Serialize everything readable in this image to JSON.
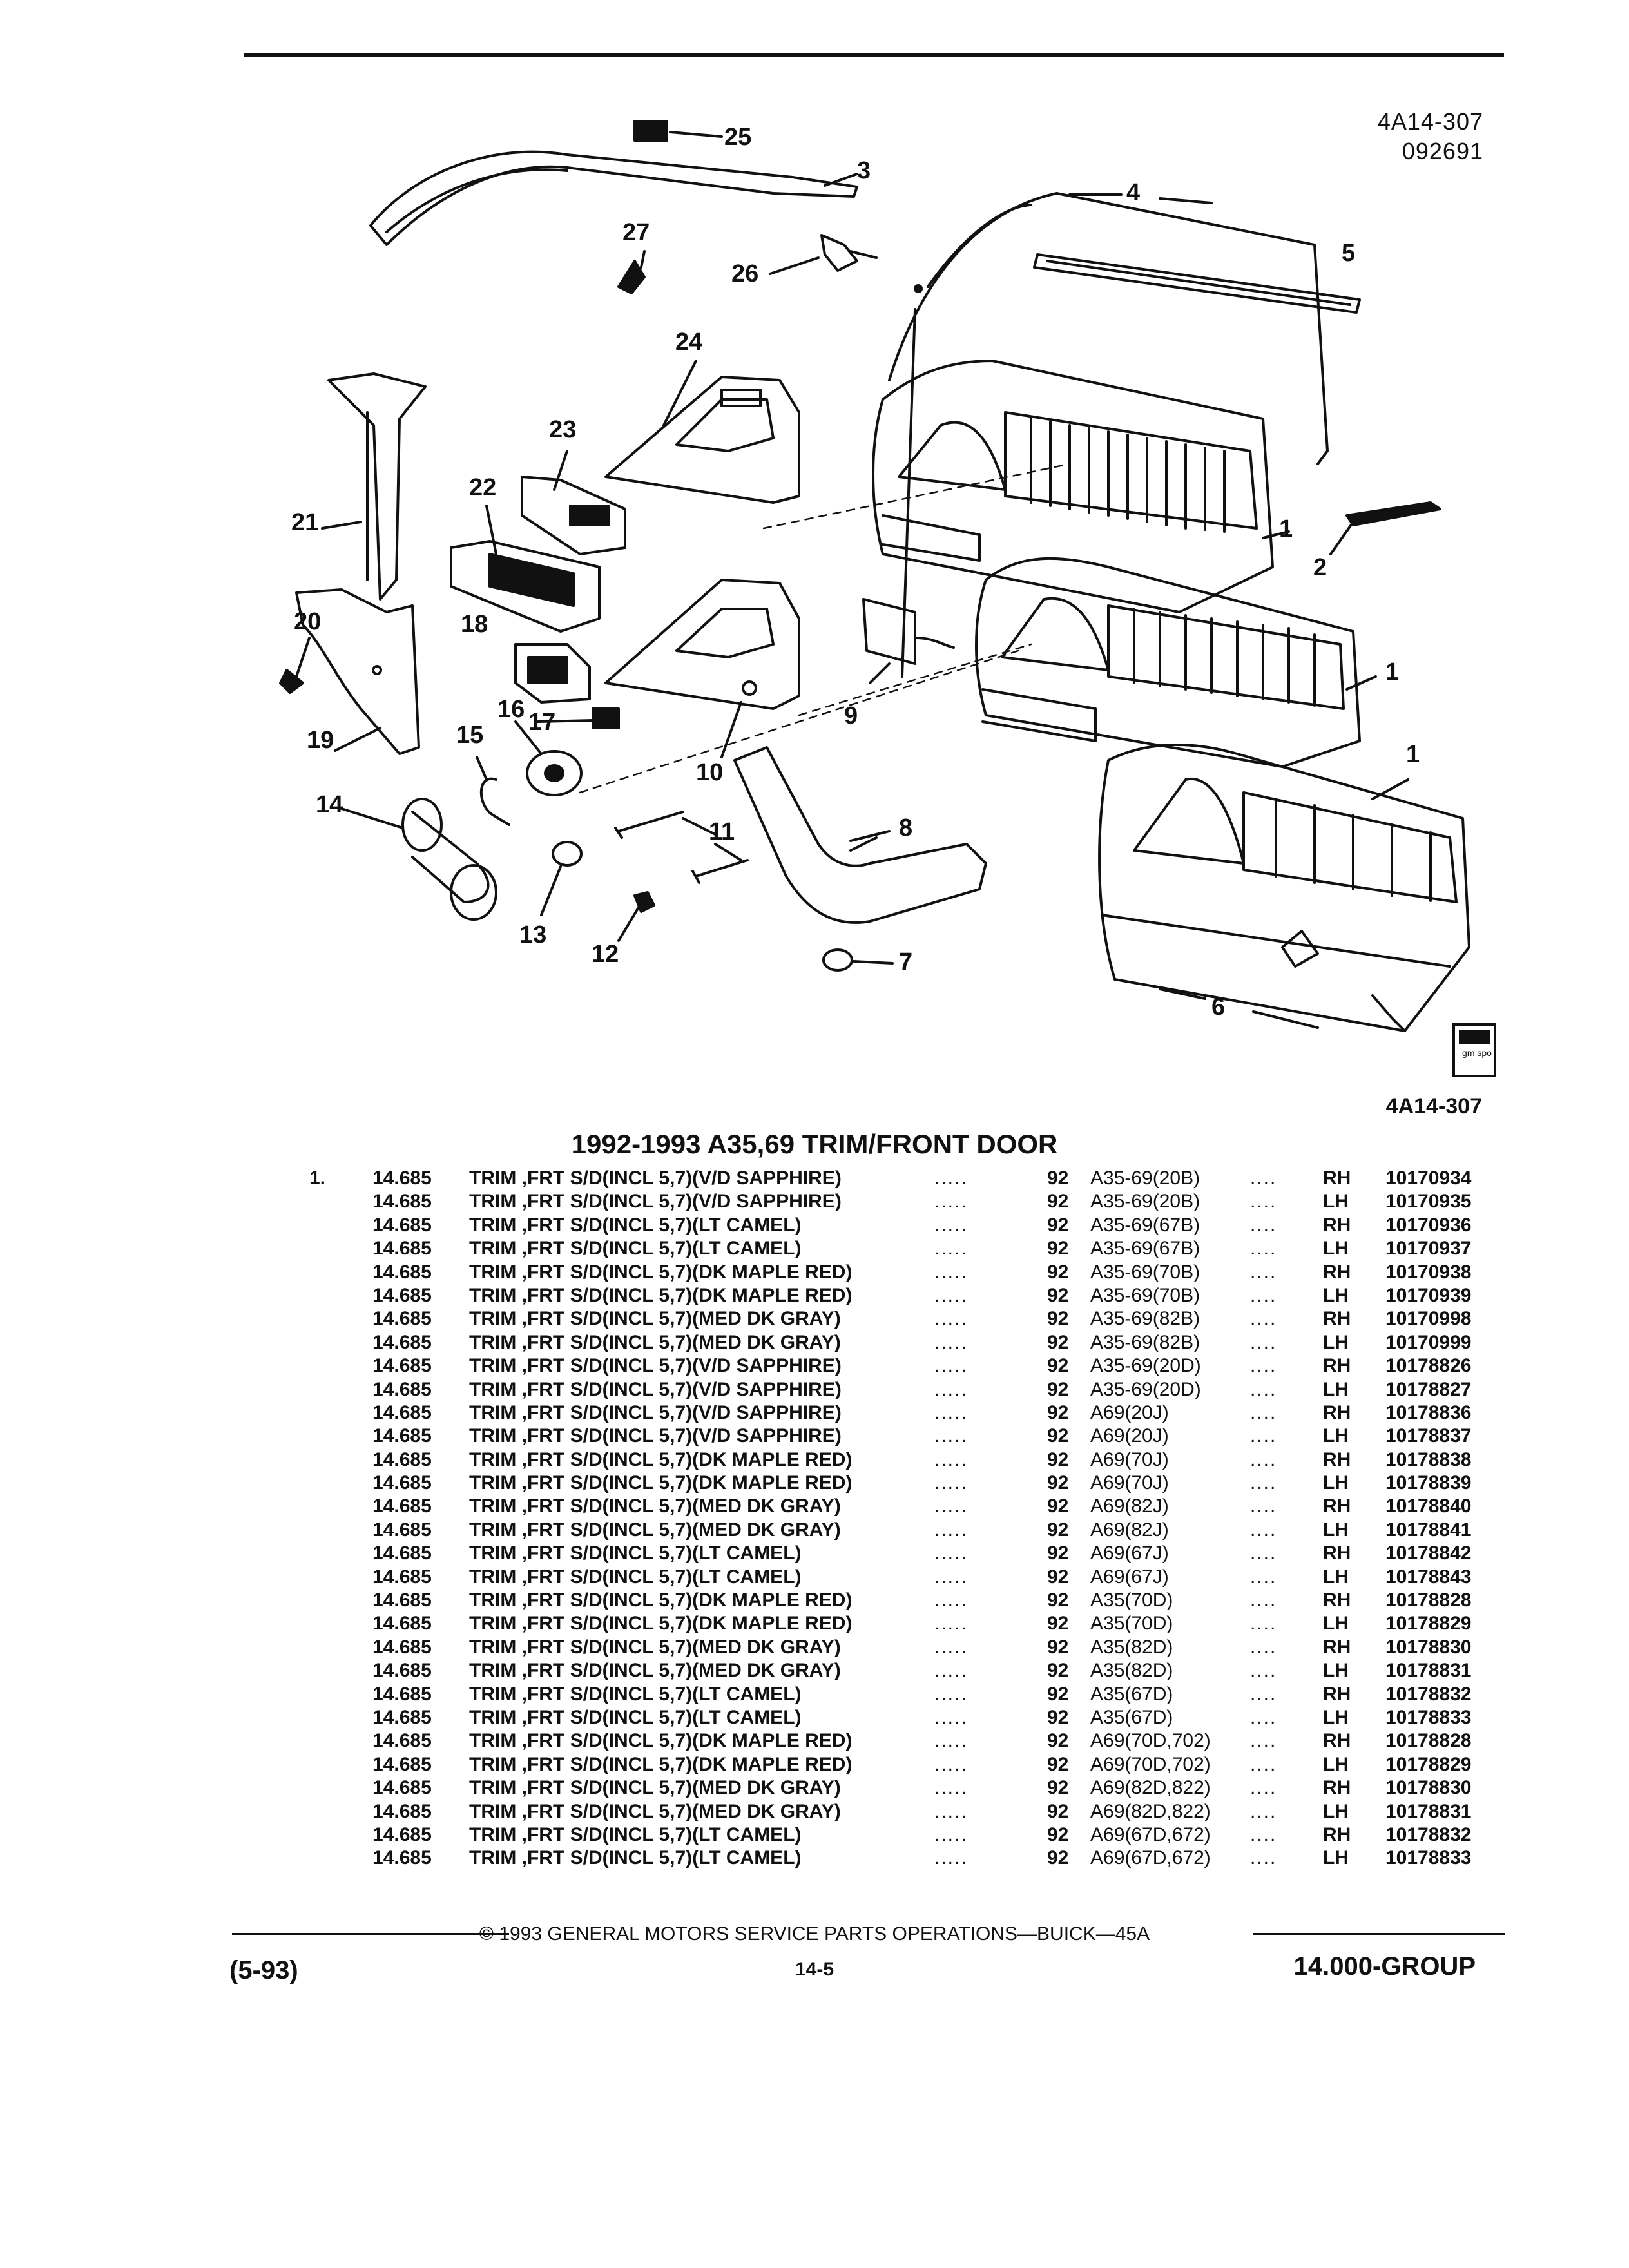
{
  "header": {
    "code": "4A14-307",
    "date_code": "092691",
    "bottom_code": "4A14-307"
  },
  "callouts": [
    "1",
    "1",
    "1",
    "2",
    "3",
    "4",
    "5",
    "6",
    "7",
    "8",
    "9",
    "10",
    "11",
    "12",
    "13",
    "14",
    "15",
    "16",
    "17",
    "18",
    "19",
    "20",
    "21",
    "22",
    "23",
    "24",
    "25",
    "26",
    "27"
  ],
  "logo_text": "gm spo",
  "section_title": "1992-1993 A35,69 TRIM/FRONT DOOR",
  "parts": [
    {
      "idx": "1.",
      "grp": "14.685",
      "desc": "TRIM ,FRT S/D(INCL 5,7)(V/D SAPPHIRE)",
      "yr": "92",
      "model": "A35-69(20B)",
      "side": "RH",
      "pn": "10170934"
    },
    {
      "idx": "",
      "grp": "14.685",
      "desc": "TRIM ,FRT S/D(INCL 5,7)(V/D SAPPHIRE)",
      "yr": "92",
      "model": "A35-69(20B)",
      "side": "LH",
      "pn": "10170935"
    },
    {
      "idx": "",
      "grp": "14.685",
      "desc": "TRIM ,FRT S/D(INCL 5,7)(LT CAMEL)",
      "yr": "92",
      "model": "A35-69(67B)",
      "side": "RH",
      "pn": "10170936"
    },
    {
      "idx": "",
      "grp": "14.685",
      "desc": "TRIM ,FRT S/D(INCL 5,7)(LT CAMEL)",
      "yr": "92",
      "model": "A35-69(67B)",
      "side": "LH",
      "pn": "10170937"
    },
    {
      "idx": "",
      "grp": "14.685",
      "desc": "TRIM ,FRT S/D(INCL 5,7)(DK MAPLE RED)",
      "yr": "92",
      "model": "A35-69(70B)",
      "side": "RH",
      "pn": "10170938"
    },
    {
      "idx": "",
      "grp": "14.685",
      "desc": "TRIM ,FRT S/D(INCL 5,7)(DK MAPLE RED)",
      "yr": "92",
      "model": "A35-69(70B)",
      "side": "LH",
      "pn": "10170939"
    },
    {
      "idx": "",
      "grp": "14.685",
      "desc": "TRIM ,FRT S/D(INCL 5,7)(MED DK GRAY)",
      "yr": "92",
      "model": "A35-69(82B)",
      "side": "RH",
      "pn": "10170998"
    },
    {
      "idx": "",
      "grp": "14.685",
      "desc": "TRIM ,FRT S/D(INCL 5,7)(MED DK GRAY)",
      "yr": "92",
      "model": "A35-69(82B)",
      "side": "LH",
      "pn": "10170999"
    },
    {
      "idx": "",
      "grp": "14.685",
      "desc": "TRIM ,FRT S/D(INCL 5,7)(V/D SAPPHIRE)",
      "yr": "92",
      "model": "A35-69(20D)",
      "side": "RH",
      "pn": "10178826"
    },
    {
      "idx": "",
      "grp": "14.685",
      "desc": "TRIM ,FRT S/D(INCL 5,7)(V/D SAPPHIRE)",
      "yr": "92",
      "model": "A35-69(20D)",
      "side": "LH",
      "pn": "10178827"
    },
    {
      "idx": "",
      "grp": "14.685",
      "desc": "TRIM ,FRT S/D(INCL 5,7)(V/D SAPPHIRE)",
      "yr": "92",
      "model": "A69(20J)",
      "side": "RH",
      "pn": "10178836"
    },
    {
      "idx": "",
      "grp": "14.685",
      "desc": "TRIM ,FRT S/D(INCL 5,7)(V/D SAPPHIRE)",
      "yr": "92",
      "model": "A69(20J)",
      "side": "LH",
      "pn": "10178837"
    },
    {
      "idx": "",
      "grp": "14.685",
      "desc": "TRIM ,FRT S/D(INCL 5,7)(DK MAPLE RED)",
      "yr": "92",
      "model": "A69(70J)",
      "side": "RH",
      "pn": "10178838"
    },
    {
      "idx": "",
      "grp": "14.685",
      "desc": "TRIM ,FRT S/D(INCL 5,7)(DK MAPLE RED)",
      "yr": "92",
      "model": "A69(70J)",
      "side": "LH",
      "pn": "10178839"
    },
    {
      "idx": "",
      "grp": "14.685",
      "desc": "TRIM ,FRT S/D(INCL 5,7)(MED DK GRAY)",
      "yr": "92",
      "model": "A69(82J)",
      "side": "RH",
      "pn": "10178840"
    },
    {
      "idx": "",
      "grp": "14.685",
      "desc": "TRIM ,FRT S/D(INCL 5,7)(MED DK GRAY)",
      "yr": "92",
      "model": "A69(82J)",
      "side": "LH",
      "pn": "10178841"
    },
    {
      "idx": "",
      "grp": "14.685",
      "desc": "TRIM ,FRT S/D(INCL 5,7)(LT CAMEL)",
      "yr": "92",
      "model": "A69(67J)",
      "side": "RH",
      "pn": "10178842"
    },
    {
      "idx": "",
      "grp": "14.685",
      "desc": "TRIM ,FRT S/D(INCL 5,7)(LT CAMEL)",
      "yr": "92",
      "model": "A69(67J)",
      "side": "LH",
      "pn": "10178843"
    },
    {
      "idx": "",
      "grp": "14.685",
      "desc": "TRIM ,FRT S/D(INCL 5,7)(DK MAPLE RED)",
      "yr": "92",
      "model": "A35(70D)",
      "side": "RH",
      "pn": "10178828"
    },
    {
      "idx": "",
      "grp": "14.685",
      "desc": "TRIM ,FRT S/D(INCL 5,7)(DK MAPLE RED)",
      "yr": "92",
      "model": "A35(70D)",
      "side": "LH",
      "pn": "10178829"
    },
    {
      "idx": "",
      "grp": "14.685",
      "desc": "TRIM ,FRT S/D(INCL 5,7)(MED DK GRAY)",
      "yr": "92",
      "model": "A35(82D)",
      "side": "RH",
      "pn": "10178830"
    },
    {
      "idx": "",
      "grp": "14.685",
      "desc": "TRIM ,FRT S/D(INCL 5,7)(MED DK GRAY)",
      "yr": "92",
      "model": "A35(82D)",
      "side": "LH",
      "pn": "10178831"
    },
    {
      "idx": "",
      "grp": "14.685",
      "desc": "TRIM ,FRT S/D(INCL 5,7)(LT CAMEL)",
      "yr": "92",
      "model": "A35(67D)",
      "side": "RH",
      "pn": "10178832"
    },
    {
      "idx": "",
      "grp": "14.685",
      "desc": "TRIM ,FRT S/D(INCL 5,7)(LT CAMEL)",
      "yr": "92",
      "model": "A35(67D)",
      "side": "LH",
      "pn": "10178833"
    },
    {
      "idx": "",
      "grp": "14.685",
      "desc": "TRIM ,FRT S/D(INCL 5,7)(DK MAPLE RED)",
      "yr": "92",
      "model": "A69(70D,702)",
      "side": "RH",
      "pn": "10178828"
    },
    {
      "idx": "",
      "grp": "14.685",
      "desc": "TRIM ,FRT S/D(INCL 5,7)(DK MAPLE RED)",
      "yr": "92",
      "model": "A69(70D,702)",
      "side": "LH",
      "pn": "10178829"
    },
    {
      "idx": "",
      "grp": "14.685",
      "desc": "TRIM ,FRT S/D(INCL 5,7)(MED DK GRAY)",
      "yr": "92",
      "model": "A69(82D,822)",
      "side": "RH",
      "pn": "10178830"
    },
    {
      "idx": "",
      "grp": "14.685",
      "desc": "TRIM ,FRT S/D(INCL 5,7)(MED DK GRAY)",
      "yr": "92",
      "model": "A69(82D,822)",
      "side": "LH",
      "pn": "10178831"
    },
    {
      "idx": "",
      "grp": "14.685",
      "desc": "TRIM ,FRT S/D(INCL 5,7)(LT CAMEL)",
      "yr": "92",
      "model": "A69(67D,672)",
      "side": "RH",
      "pn": "10178832"
    },
    {
      "idx": "",
      "grp": "14.685",
      "desc": "TRIM ,FRT S/D(INCL 5,7)(LT CAMEL)",
      "yr": "92",
      "model": "A69(67D,672)",
      "side": "LH",
      "pn": "10178833"
    }
  ],
  "footer": {
    "copyright": "© 1993 GENERAL MOTORS SERVICE PARTS OPERATIONS—BUICK—45A",
    "date": "(5-93)",
    "page": "14-5",
    "group": "14.000-GROUP"
  }
}
